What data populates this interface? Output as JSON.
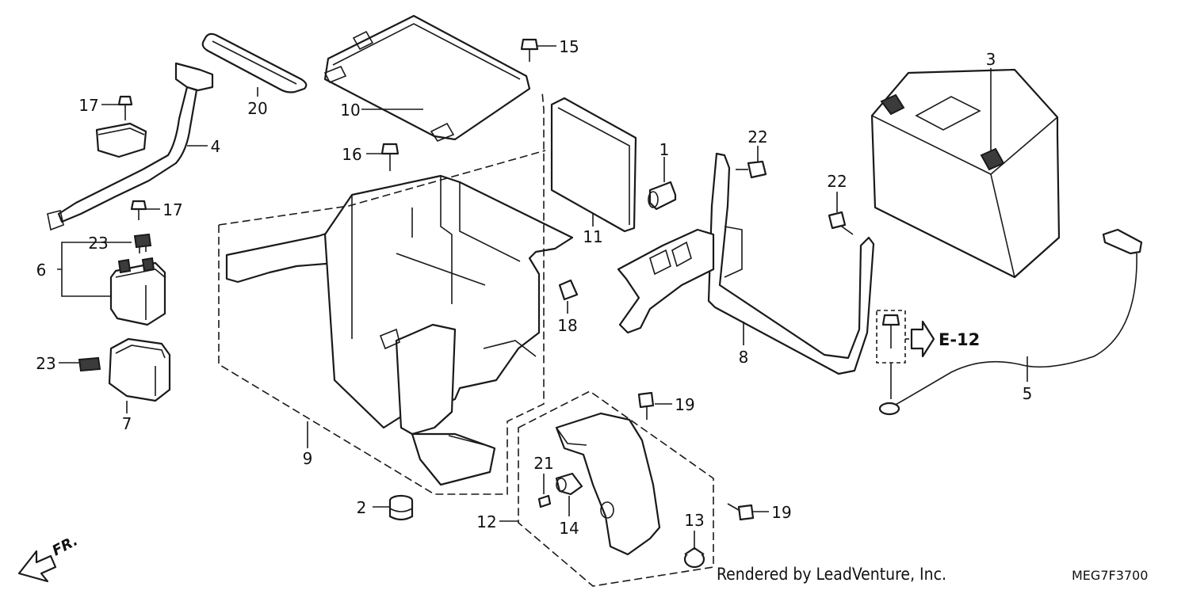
{
  "callouts": [
    {
      "id": "p1",
      "label": "1"
    },
    {
      "id": "p2",
      "label": "2"
    },
    {
      "id": "p3",
      "label": "3"
    },
    {
      "id": "p4",
      "label": "4"
    },
    {
      "id": "p5",
      "label": "5"
    },
    {
      "id": "p6",
      "label": "6"
    },
    {
      "id": "p7",
      "label": "7"
    },
    {
      "id": "p8",
      "label": "8"
    },
    {
      "id": "p9",
      "label": "9"
    },
    {
      "id": "p10",
      "label": "10"
    },
    {
      "id": "p11",
      "label": "11"
    },
    {
      "id": "p12",
      "label": "12"
    },
    {
      "id": "p13",
      "label": "13"
    },
    {
      "id": "p14",
      "label": "14"
    },
    {
      "id": "p15",
      "label": "15"
    },
    {
      "id": "p16",
      "label": "16"
    },
    {
      "id": "p17a",
      "label": "17"
    },
    {
      "id": "p17b",
      "label": "17"
    },
    {
      "id": "p18",
      "label": "18"
    },
    {
      "id": "p19a",
      "label": "19"
    },
    {
      "id": "p19b",
      "label": "19"
    },
    {
      "id": "p20",
      "label": "20"
    },
    {
      "id": "p21",
      "label": "21"
    },
    {
      "id": "p22a",
      "label": "22"
    },
    {
      "id": "p22b",
      "label": "22"
    },
    {
      "id": "p23a",
      "label": "23"
    },
    {
      "id": "p23b",
      "label": "23"
    }
  ],
  "reference": {
    "label": "E-12"
  },
  "direction": {
    "label": "FR."
  },
  "footer": {
    "credit": "Rendered by LeadVenture, Inc.",
    "diagram_code": "MEG7F3700"
  }
}
